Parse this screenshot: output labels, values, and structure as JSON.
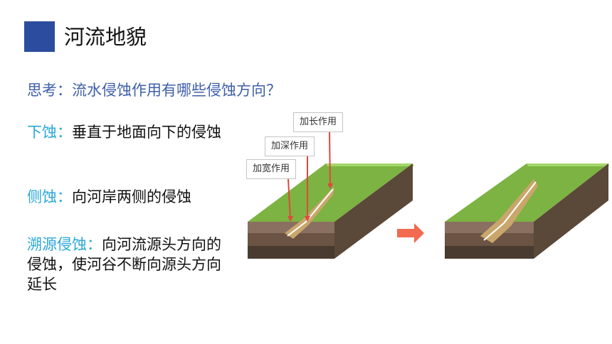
{
  "slide": {
    "title": "河流地貌",
    "question": "思考：流水侵蚀作用有哪些侵蚀方向？",
    "points": [
      {
        "term": "下蚀",
        "sep": "：",
        "desc": "垂直于地面向下的侵蚀"
      },
      {
        "term": "侧蚀",
        "sep": "：",
        "desc": "向河岸两侧的侵蚀"
      },
      {
        "term": "溯源侵蚀",
        "sep": "：",
        "desc": "向河流源头方向的侵蚀，使河谷不断向源头方向延长"
      }
    ]
  },
  "diagram": {
    "labels": {
      "lengthen": "加长作用",
      "deepen": "加深作用",
      "widen": "加宽作用"
    },
    "colors": {
      "grass": "#7cb342",
      "soil_dark": "#4a3b30",
      "soil_mid": "#6b5444",
      "soil_light": "#8a7060",
      "valley": "#c9a66b",
      "arrow_red": "#e0483a",
      "arrow_orange": "#f26a4f"
    }
  }
}
